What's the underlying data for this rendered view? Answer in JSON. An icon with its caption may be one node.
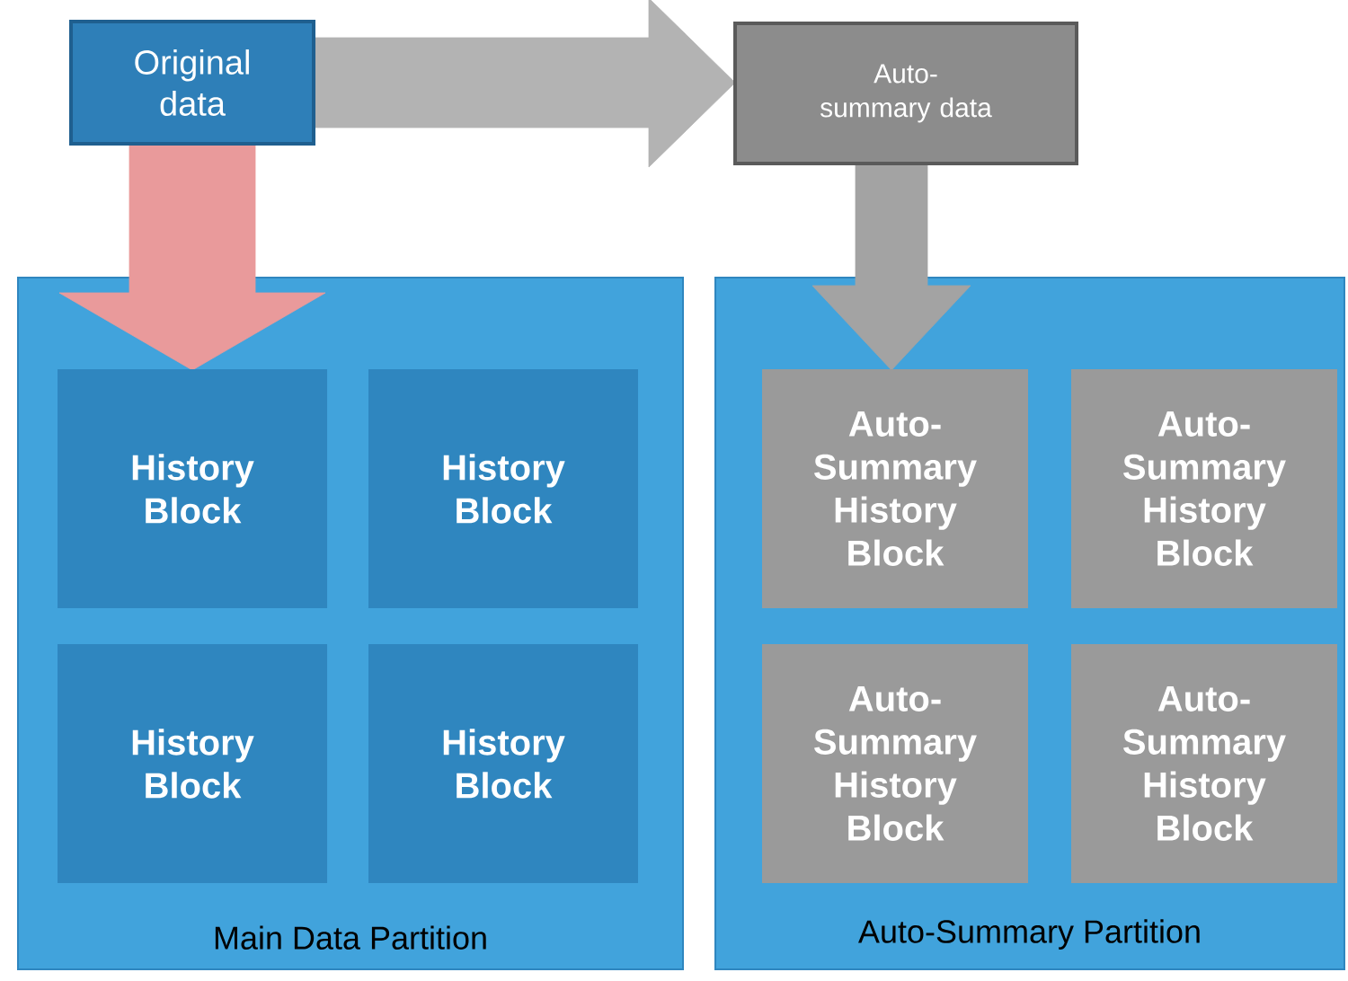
{
  "diagram": {
    "nodes": [
      {
        "text": [
          "Original data"
        ]
      },
      {
        "text": [
          "Auto-summary data"
        ]
      },
      {
        "text": [
          "Main Data Partition"
        ]
      },
      {
        "text": [
          "History Block"
        ],
        "in": 2
      },
      {
        "text": [
          "History Block"
        ],
        "in": 2
      },
      {
        "text": [
          "History Block"
        ],
        "in": 2
      },
      {
        "text": [
          "History Block"
        ],
        "in": 2
      },
      {
        "text": [
          "Auto-Summary Partition"
        ]
      },
      {
        "text": [
          "Auto-Summary History Block"
        ],
        "in": 7
      },
      {
        "text": [
          "Auto-Summary History Block"
        ],
        "in": 7
      },
      {
        "text": [
          "Auto-Summary History Block"
        ],
        "in": 7
      },
      {
        "text": [
          "Auto-Summary History Block"
        ],
        "in": 7
      }
    ],
    "edges": [
      {
        "from": 0,
        "to": 1,
        "arrow": "to",
        "color": "#b3b3b3"
      },
      {
        "from": 0,
        "to": 3,
        "arrow": "to",
        "color": "#e99a9b"
      },
      {
        "from": 1,
        "to": 8,
        "arrow": "to",
        "color": "#a3a3a3"
      }
    ]
  }
}
